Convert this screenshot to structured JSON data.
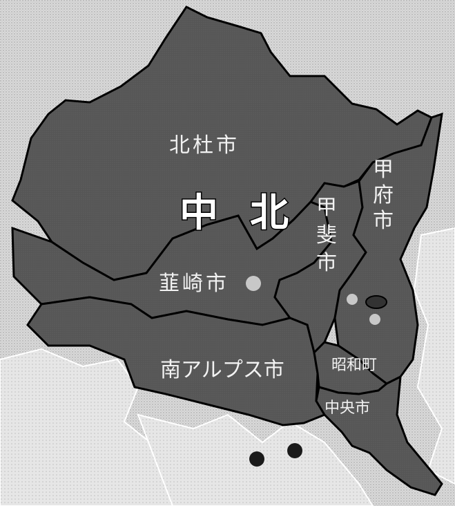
{
  "region_label": {
    "chars": [
      "中",
      "北"
    ]
  },
  "municipalities": {
    "hokuto": "北杜市",
    "nirasaki": "韮崎市",
    "kai": [
      "甲",
      "斐",
      "市"
    ],
    "kofu": [
      "甲",
      "府",
      "市"
    ],
    "minami_alps": "南アルプス市",
    "showa": "昭和町",
    "chuo": "中央市"
  },
  "colors": {
    "background": "#d4d4d4",
    "outside_land": "#e8e8e8",
    "region_fill": "#5a5a5a",
    "boundary": "#000000",
    "label_text": "#f2f2f2",
    "marker_light": "#c8c8c8",
    "marker_dark": "#1a1a1a"
  }
}
